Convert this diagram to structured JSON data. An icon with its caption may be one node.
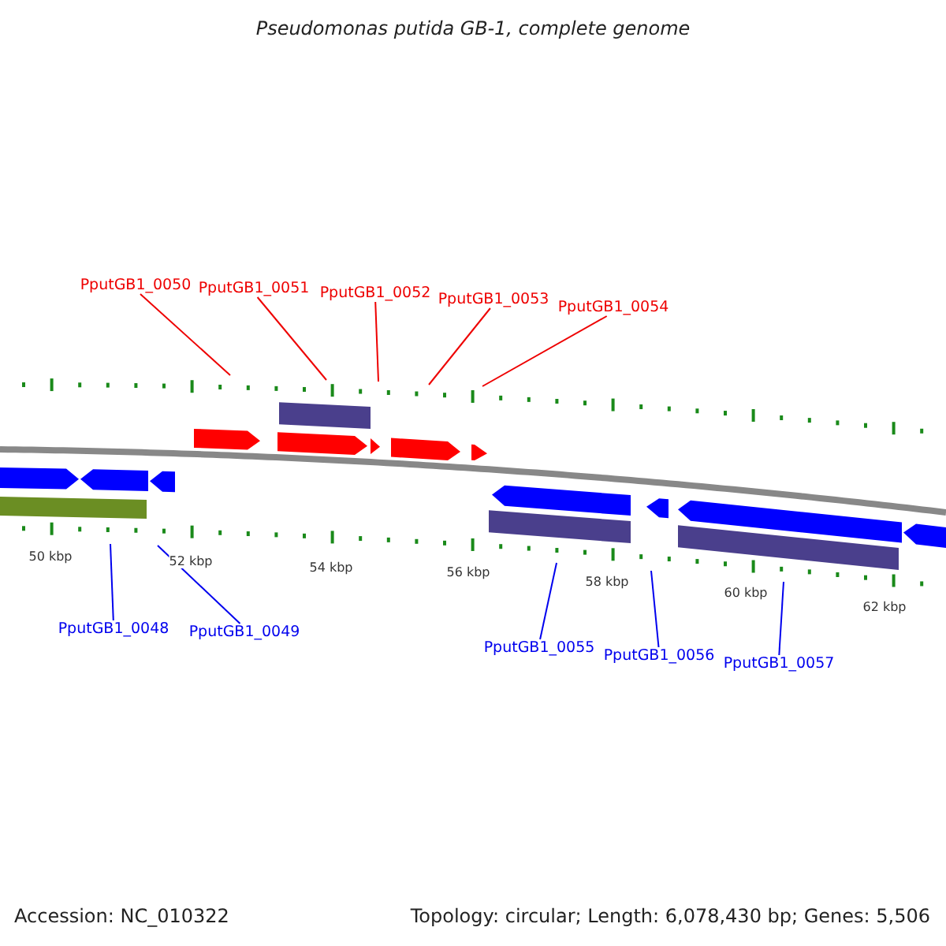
{
  "diagram": {
    "title": "Pseudomonas putida GB-1, complete genome",
    "nodes": [
      {
        "text": [
          "PputGB1_0050"
        ]
      },
      {
        "text": [
          "PputGB1_0051"
        ]
      },
      {
        "text": [
          "PputGB1_0052"
        ]
      },
      {
        "text": [
          "PputGB1_0053"
        ]
      },
      {
        "text": [
          "PputGB1_0054"
        ]
      },
      {
        "text": [
          "PputGB1_0048"
        ]
      },
      {
        "text": [
          "PputGB1_0049"
        ]
      },
      {
        "text": [
          "PputGB1_0055"
        ]
      },
      {
        "text": [
          "PputGB1_0056"
        ]
      },
      {
        "text": [
          "PputGB1_0057"
        ]
      }
    ],
    "edges": [
      {
        "from": 0,
        "to": null,
        "arrow": "none"
      },
      {
        "from": 1,
        "to": null,
        "arrow": "none"
      },
      {
        "from": 2,
        "to": null,
        "arrow": "none"
      },
      {
        "from": 3,
        "to": null,
        "arrow": "none"
      },
      {
        "from": 4,
        "to": null,
        "arrow": "none"
      },
      {
        "from": 5,
        "to": null,
        "arrow": "none",
        "color": "#0000ee"
      },
      {
        "from": 6,
        "to": null,
        "arrow": "none",
        "color": "#0000ee"
      },
      {
        "from": 7,
        "to": null,
        "arrow": "none",
        "color": "#0000ee"
      },
      {
        "from": 8,
        "to": null,
        "arrow": "none",
        "color": "#0000ee"
      },
      {
        "from": 9,
        "to": null,
        "arrow": "none",
        "color": "#0000ee"
      }
    ],
    "labels": [
      "50 kbp",
      "52 kbp",
      "54 kbp",
      "56 kbp",
      "58 kbp",
      "60 kbp",
      "62 kbp",
      "Accession: NC_010322",
      "Topology: circular; Length: 6,078,430 bp; Genes: 5,506"
    ]
  }
}
